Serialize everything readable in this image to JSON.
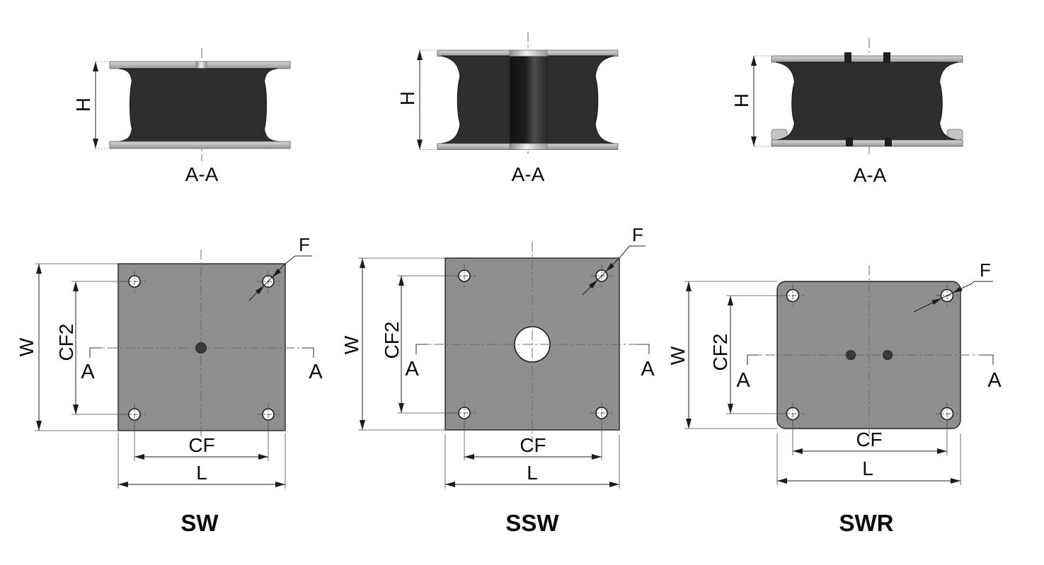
{
  "labels": {
    "height": "H",
    "section": "A-A",
    "width": "W",
    "cf2": "CF2",
    "cf": "CF",
    "length": "L",
    "hole": "F",
    "marker": "A"
  },
  "models": [
    {
      "name": "SW"
    },
    {
      "name": "SSW"
    },
    {
      "name": "SWR"
    }
  ],
  "colors": {
    "background": "#ffffff",
    "plate_plan": "#8f8f8f",
    "rubber": "#2e2e2e",
    "hole_fill": "#ffffff",
    "dot": "#3a3a3a",
    "line": "#1c1c1c",
    "centerline": "#6a6a6a"
  }
}
